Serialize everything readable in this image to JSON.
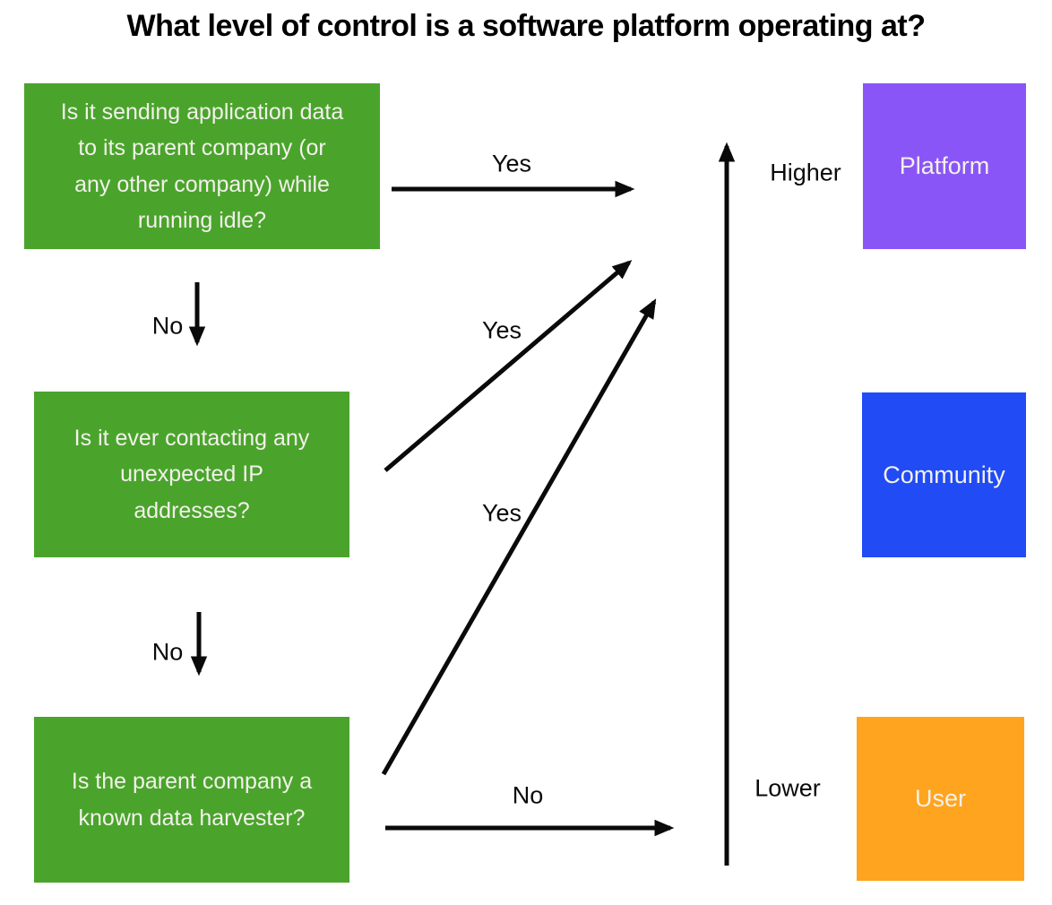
{
  "title": "What level of control is a software platform operating at?",
  "colors": {
    "question_green": "#4aa42c",
    "platform_purple": "#8a55f7",
    "community_blue": "#204bf5",
    "user_orange": "#ffa41e",
    "arrow_black": "#0a0a0a"
  },
  "questions": [
    {
      "text": "Is it sending application data\nto its parent company (or\nany other company) while\nrunning idle?"
    },
    {
      "text": "Is it ever contacting any\nunexpected IP\naddresses?"
    },
    {
      "text": "Is the parent company a\nknown data harvester?"
    }
  ],
  "levels": [
    {
      "label": "Platform"
    },
    {
      "label": "Community"
    },
    {
      "label": "User"
    }
  ],
  "edge_labels": {
    "yes_top": "Yes",
    "yes_mid": "Yes",
    "yes_low": "Yes",
    "no_down_1": "No",
    "no_down_2": "No",
    "no_bottom": "No"
  },
  "axis": {
    "top_label": "Higher",
    "bottom_label": "Lower"
  }
}
